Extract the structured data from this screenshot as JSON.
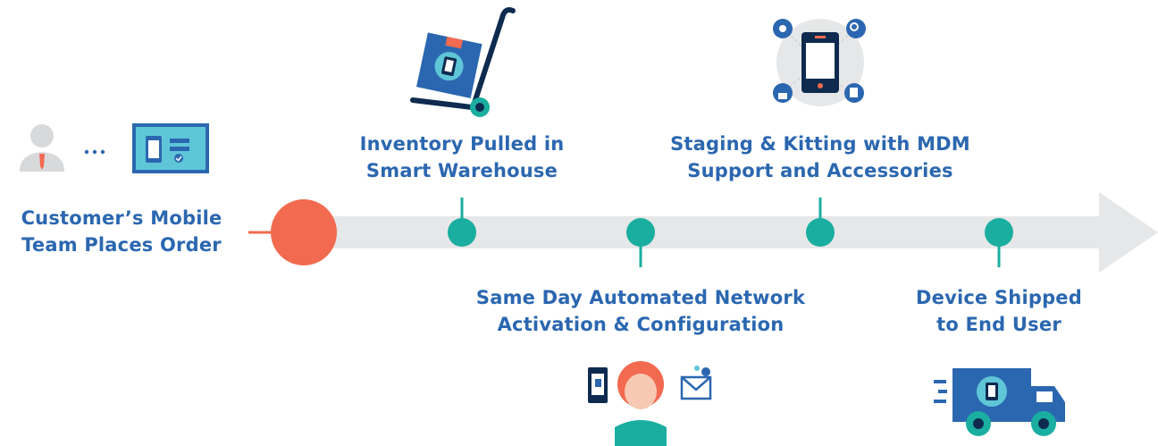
{
  "colors": {
    "accent_blue": "#2b67b0",
    "teal": "#1aaea0",
    "orange": "#f26a4f",
    "arrow_gray": "#e6e7e8"
  },
  "steps": [
    {
      "line1": "Customer’s Mobile",
      "line2": "Team Places Order",
      "icon": "customer-laptop-icon"
    },
    {
      "line1": "Inventory Pulled in",
      "line2": "Smart Warehouse",
      "icon": "hand-truck-icon"
    },
    {
      "line1": "Same Day Automated Network",
      "line2": "Activation & Configuration",
      "icon": "technician-icon"
    },
    {
      "line1": "Staging & Kitting with MDM",
      "line2": "Support and Accessories",
      "icon": "phone-mdm-icon"
    },
    {
      "line1": "Device Shipped",
      "line2": "to End User",
      "icon": "delivery-truck-icon"
    }
  ]
}
